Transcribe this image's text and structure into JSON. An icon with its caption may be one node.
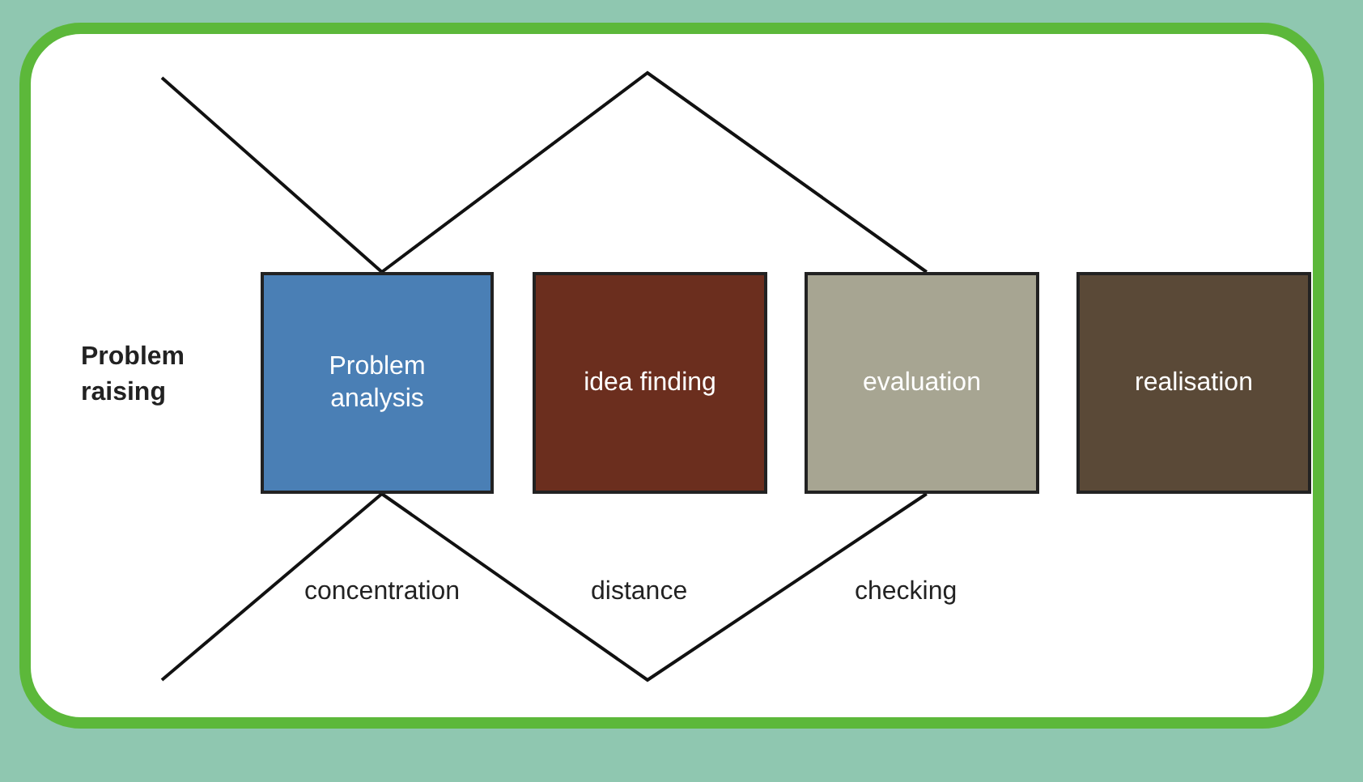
{
  "diagram": {
    "nodes": [
      {
        "text": [
          "Problem analysis"
        ]
      },
      {
        "text": [
          "idea finding"
        ]
      },
      {
        "text": [
          "evaluation"
        ]
      },
      {
        "text": [
          "realisation"
        ]
      }
    ],
    "edges": [
      {
        "from": null,
        "to": 0,
        "arrow": "none"
      },
      {
        "from": 0,
        "to": 2,
        "arrow": "none"
      },
      {
        "from": 0,
        "to": null,
        "arrow": "none"
      },
      {
        "from": 0,
        "to": 2,
        "arrow": "none"
      }
    ],
    "labels": [
      "Problem raising",
      "concentration",
      "distance",
      "checking"
    ]
  }
}
